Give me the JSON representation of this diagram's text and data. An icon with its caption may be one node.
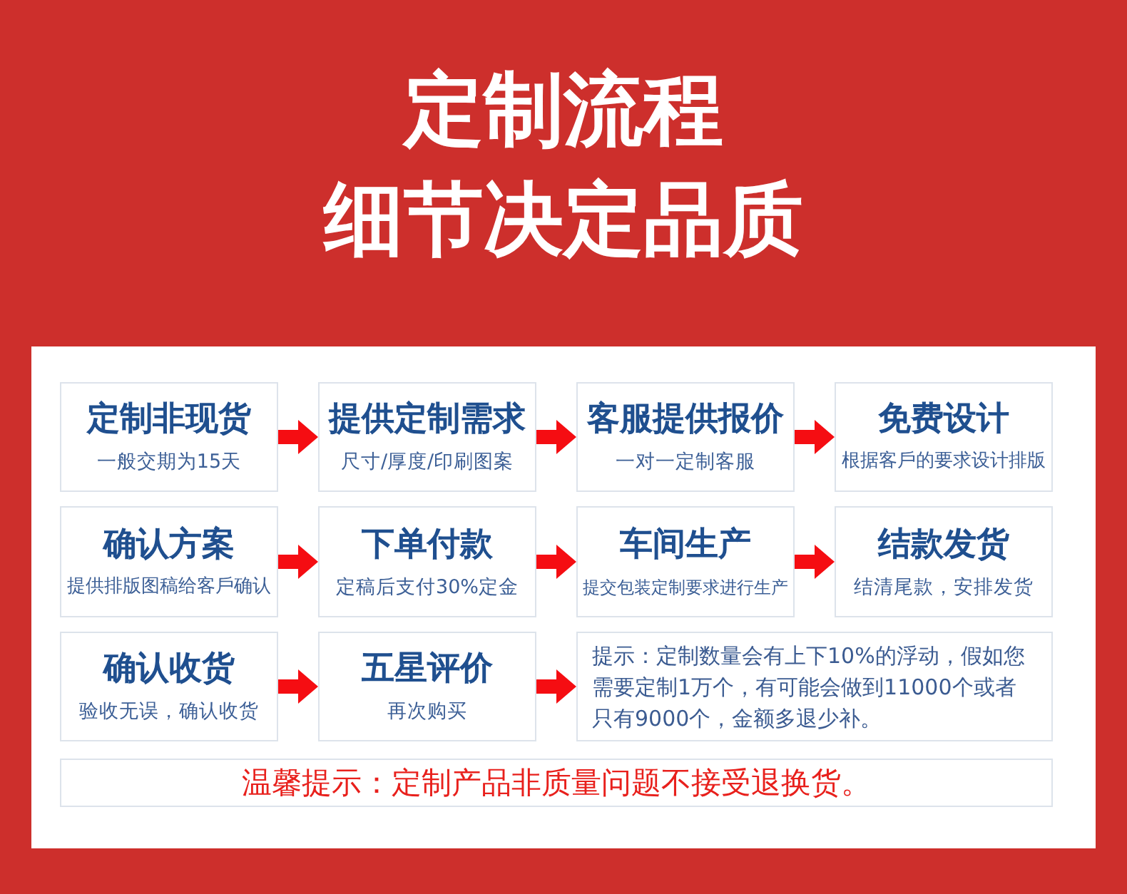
{
  "diagram": {
    "title": "定制流程",
    "nodes": [
      {
        "text": [
          "定制非现货",
          "一般交期为15天"
        ]
      },
      {
        "text": [
          "提供定制需求",
          "尺寸/厚度/印刷图案"
        ]
      },
      {
        "text": [
          "客服提供报价",
          "一对一定制客服"
        ]
      },
      {
        "text": [
          "免费设计",
          "根据客戶的要求设计排版"
        ]
      },
      {
        "text": [
          "确认方案",
          "提供排版图稿给客戶确认"
        ]
      },
      {
        "text": [
          "下单付款",
          "定稿后支付30%定金"
        ]
      },
      {
        "text": [
          "车间生产",
          "提交包装定制要求进行生产"
        ]
      },
      {
        "text": [
          "结款发货",
          "结清尾款，安排发货"
        ]
      },
      {
        "text": [
          "确认收货",
          "验收无误，确认收货"
        ]
      },
      {
        "text": [
          "五星评价",
          "再次购买"
        ]
      },
      {
        "text": [
          "提示：定制数量会有上下10%的浮动，假如您需要定制1万个，有可能会做到11000个或者只有9000个，金额多退少补。"
        ]
      },
      {
        "text": [
          "温馨提示：定制产品非质量问题不接受退换货。"
        ]
      }
    ],
    "edges": [
      {
        "from": 0,
        "to": 1,
        "arrow": "to"
      },
      {
        "from": 1,
        "to": 2,
        "arrow": "to"
      },
      {
        "from": 2,
        "to": 3,
        "arrow": "to"
      },
      {
        "from": 4,
        "to": 5,
        "arrow": "to"
      },
      {
        "from": 5,
        "to": 6,
        "arrow": "to"
      },
      {
        "from": 6,
        "to": 7,
        "arrow": "to"
      },
      {
        "from": 8,
        "to": 9,
        "arrow": "to"
      },
      {
        "from": 9,
        "to": 10,
        "arrow": "to"
      }
    ],
    "labels": [
      "细节决定品质"
    ]
  }
}
